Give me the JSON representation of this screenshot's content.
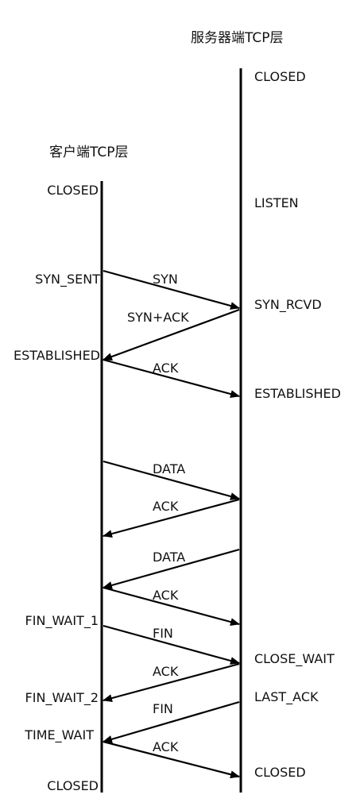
{
  "client": {
    "title": "客户端TCP层",
    "states": [
      "CLOSED",
      "SYN_SENT",
      "ESTABLISHED",
      "FIN_WAIT_1",
      "FIN_WAIT_2",
      "TIME_WAIT",
      "CLOSED"
    ]
  },
  "server": {
    "title": "服务器端TCP层",
    "states": [
      "CLOSED",
      "LISTEN",
      "SYN_RCVD",
      "ESTABLISHED",
      "CLOSE_WAIT",
      "LAST_ACK",
      "CLOSED"
    ]
  },
  "messages": [
    "SYN",
    "SYN+ACK",
    "ACK",
    "DATA",
    "ACK",
    "DATA",
    "ACK",
    "FIN",
    "ACK",
    "FIN",
    "ACK"
  ]
}
